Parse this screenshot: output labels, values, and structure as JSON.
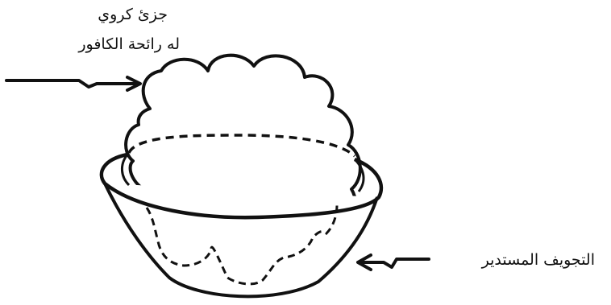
{
  "labels": {
    "molecule_line_1": "جزئ كروي",
    "molecule_line_2": "له رائحة الكافور",
    "cavity": "التجويف المستدير"
  },
  "colors": {
    "ink": "#111111",
    "background": "#ffffff"
  }
}
